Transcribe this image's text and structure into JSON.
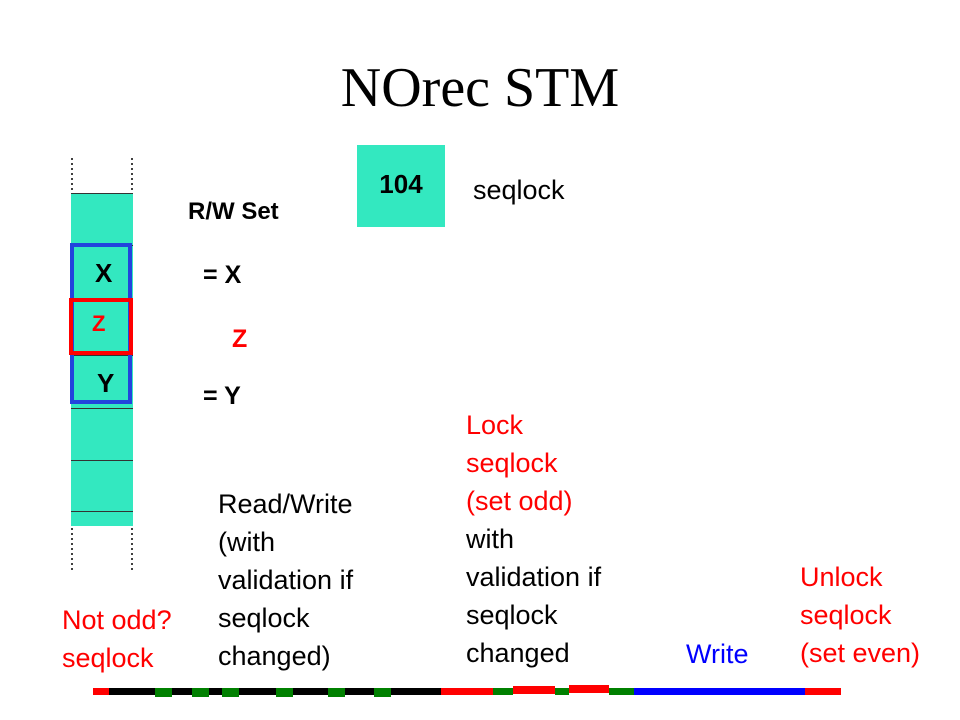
{
  "title": "NOrec STM",
  "seqlock": {
    "value": "104",
    "label": "seqlock"
  },
  "rw_set": {
    "heading": "R/W Set",
    "lines": [
      {
        "prefix": "=",
        "name": "X"
      },
      {
        "prefix": "",
        "name": "Z"
      },
      {
        "prefix": "=",
        "name": "Y"
      }
    ]
  },
  "memory_cells": [
    "X",
    "Z",
    "Y"
  ],
  "steps": {
    "not_odd": [
      "Not odd?",
      "seqlock"
    ],
    "read_write": [
      "Read/Write",
      "(with",
      "validation if",
      "seqlock",
      "changed)"
    ],
    "lock": [
      "Lock",
      "seqlock",
      "(set odd)",
      "with",
      "validation if",
      "seqlock",
      "changed"
    ],
    "write": "Write",
    "unlock": [
      "Unlock",
      "seqlock",
      "(set even)"
    ]
  },
  "colors": {
    "cell_fill": "#33e8c0",
    "read_mark": "#2244dd",
    "write_mark": "#ff0000",
    "timeline_black": "#000000",
    "timeline_green": "#008000",
    "timeline_red": "#ff0000",
    "timeline_blue": "#0000ff"
  }
}
